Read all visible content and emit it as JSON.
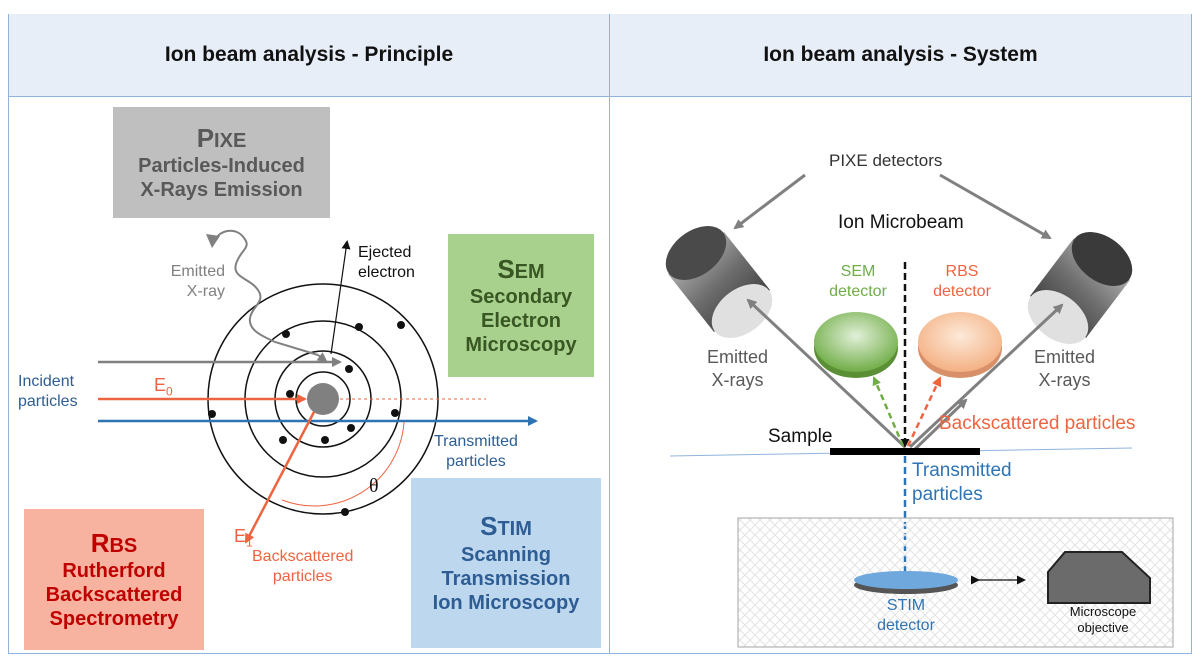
{
  "colors": {
    "orange": "#ee6440",
    "blue": "#2e74b5",
    "green": "#70ad47",
    "gray": "#808080",
    "pixe_box": "#bfbfbf",
    "sem_box": "#a9d18e",
    "stim_box": "#bdd7ee",
    "rbs_box": "#f4b183",
    "rbs_text": "#c00000"
  },
  "left_panel": {
    "title": "Ion beam analysis - Principle",
    "pixe": {
      "abbr_first": "P",
      "abbr_rest": "IXE",
      "line1": "Particles-Induced",
      "line2": "X-Rays Emission"
    },
    "sem": {
      "abbr_first": "S",
      "abbr_rest": "EM",
      "line1": "Secondary",
      "line2": "Electron",
      "line3": "Microscopy"
    },
    "stim": {
      "abbr_first": "S",
      "abbr_rest": "TIM",
      "line1": "Scanning",
      "line2": "Transmission",
      "line3": "Ion Microscopy"
    },
    "rbs": {
      "abbr_first": "R",
      "abbr_rest": "BS",
      "line1": "Rutherford",
      "line2": "Backscattered",
      "line3": "Spectrometry"
    },
    "labels": {
      "emitted_xray_1": "Emitted",
      "emitted_xray_2": "X-ray",
      "ejected_1": "Ejected",
      "ejected_2": "electron",
      "incident_1": "Incident",
      "incident_2": "particles",
      "e0": "E",
      "e0_sub": "0",
      "transmitted_1": "Transmitted",
      "transmitted_2": "particles",
      "theta": "θ",
      "e1": "E",
      "e1_sub": "1",
      "backscattered_1": "Backscattered",
      "backscattered_2": "particles"
    }
  },
  "right_panel": {
    "title": "Ion beam analysis - System",
    "labels": {
      "pixe_detectors": "PIXE detectors",
      "ion_microbeam": "Ion Microbeam",
      "sem_detector_1": "SEM",
      "sem_detector_2": "detector",
      "rbs_detector_1": "RBS",
      "rbs_detector_2": "detector",
      "emitted_left_1": "Emitted",
      "emitted_left_2": "X-rays",
      "emitted_right_1": "Emitted",
      "emitted_right_2": "X-rays",
      "backscattered": "Backscattered particles",
      "sample": "Sample",
      "transmitted_1": "Transmitted",
      "transmitted_2": "particles",
      "stim_detector_1": "STIM",
      "stim_detector_2": "detector",
      "microscope_1": "Microscope",
      "microscope_2": "objective"
    }
  }
}
